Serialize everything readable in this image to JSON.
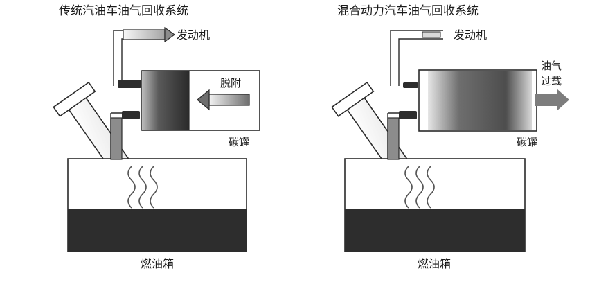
{
  "left": {
    "title": "传统汽油车油气回收系统",
    "engine": "发动机",
    "desorb": "脱附",
    "canister": "碳罐",
    "tank": "燃油箱"
  },
  "right": {
    "title": "混合动力汽车油气回收系统",
    "engine": "发动机",
    "vapor_line1": "油气",
    "vapor_line2": "过载",
    "canister": "碳罐",
    "tank": "燃油箱"
  },
  "colors": {
    "stroke": "#2a2a2a",
    "pipe": "#8c8c8c",
    "tank_fill": "#2d2d2d",
    "arrow": "#7d7d7d"
  }
}
